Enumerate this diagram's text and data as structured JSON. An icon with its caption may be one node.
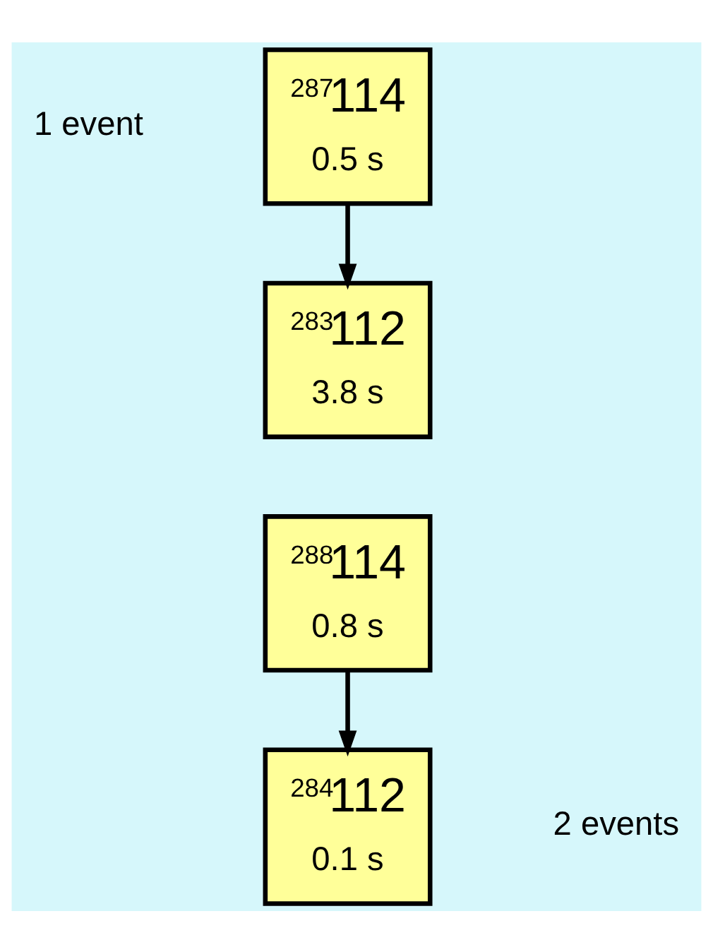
{
  "diagram": {
    "nodes": [
      {
        "text": [
          "$^{287}$114",
          "0.5 s"
        ]
      },
      {
        "text": [
          "$^{283}$112",
          "3.8 s"
        ]
      },
      {
        "text": [
          "$^{288}$114",
          "0.8 s"
        ]
      },
      {
        "text": [
          "$^{284}$112",
          "0.1 s"
        ]
      }
    ],
    "edges": [
      {
        "from": 0,
        "to": 1,
        "arrow": "to"
      },
      {
        "from": 2,
        "to": 3,
        "arrow": "to"
      }
    ],
    "labels": [
      "1 event",
      "2 events"
    ]
  }
}
